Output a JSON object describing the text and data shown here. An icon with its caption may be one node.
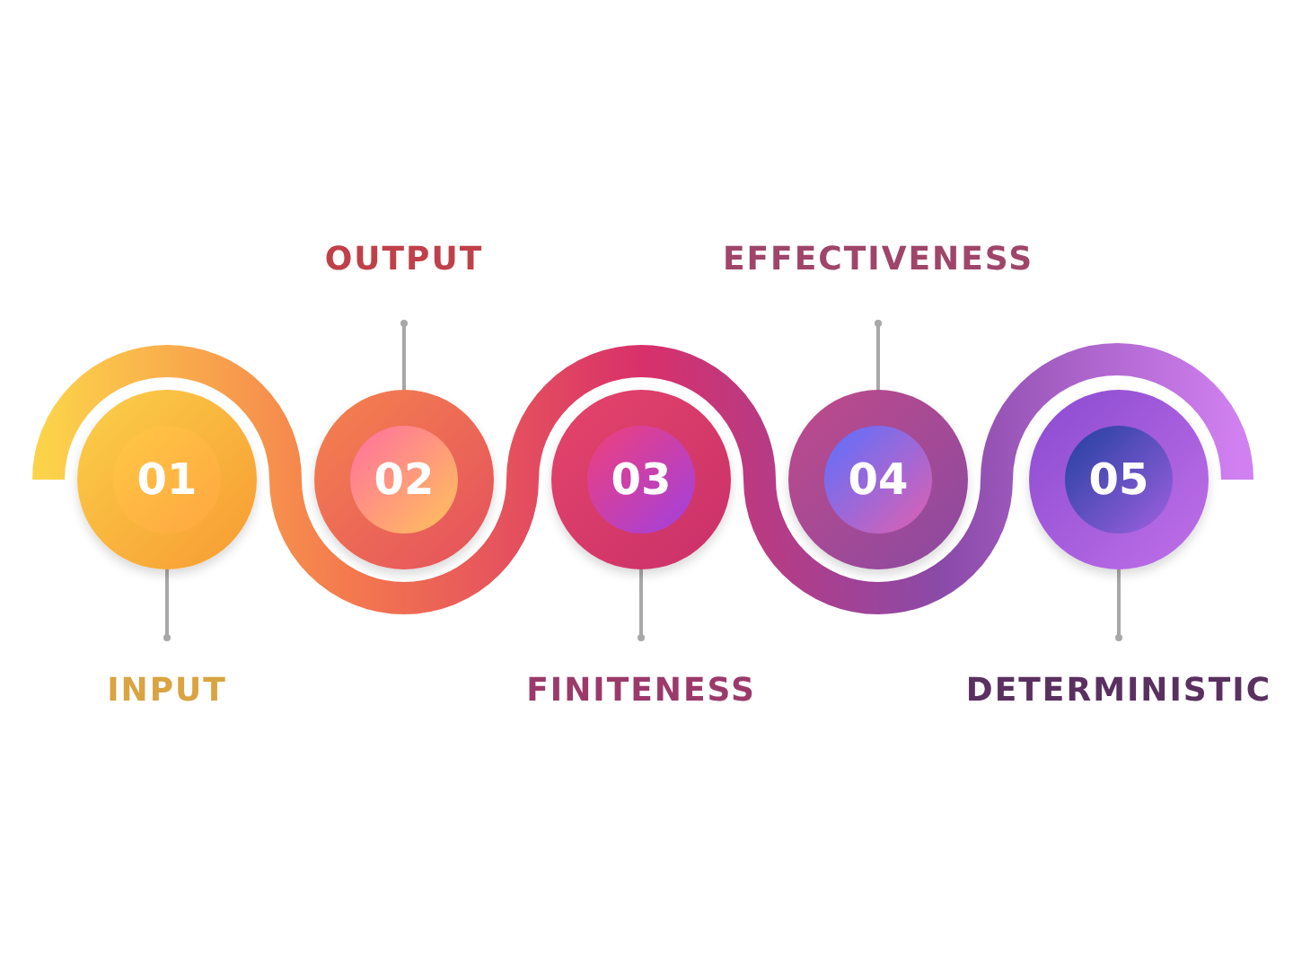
{
  "diagram": {
    "nodes": [
      {
        "text": [
          "01"
        ]
      },
      {
        "text": [
          "02"
        ]
      },
      {
        "text": [
          "03"
        ]
      },
      {
        "text": [
          "04"
        ]
      },
      {
        "text": [
          "05"
        ]
      },
      {
        "text": [
          "INPUT"
        ]
      },
      {
        "text": [
          "OUTPUT"
        ]
      },
      {
        "text": [
          "FINITENESS"
        ]
      },
      {
        "text": [
          "EFFECTIVENESS"
        ]
      },
      {
        "text": [
          "DETERMINISTIC"
        ]
      }
    ],
    "edges": [
      {
        "from": 5,
        "to": 0,
        "arrow": "other"
      },
      {
        "from": 6,
        "to": 1,
        "arrow": "other"
      },
      {
        "from": 7,
        "to": 2,
        "arrow": "other"
      },
      {
        "from": 8,
        "to": 3,
        "arrow": "other"
      },
      {
        "from": 9,
        "to": 4,
        "arrow": "other"
      }
    ]
  }
}
